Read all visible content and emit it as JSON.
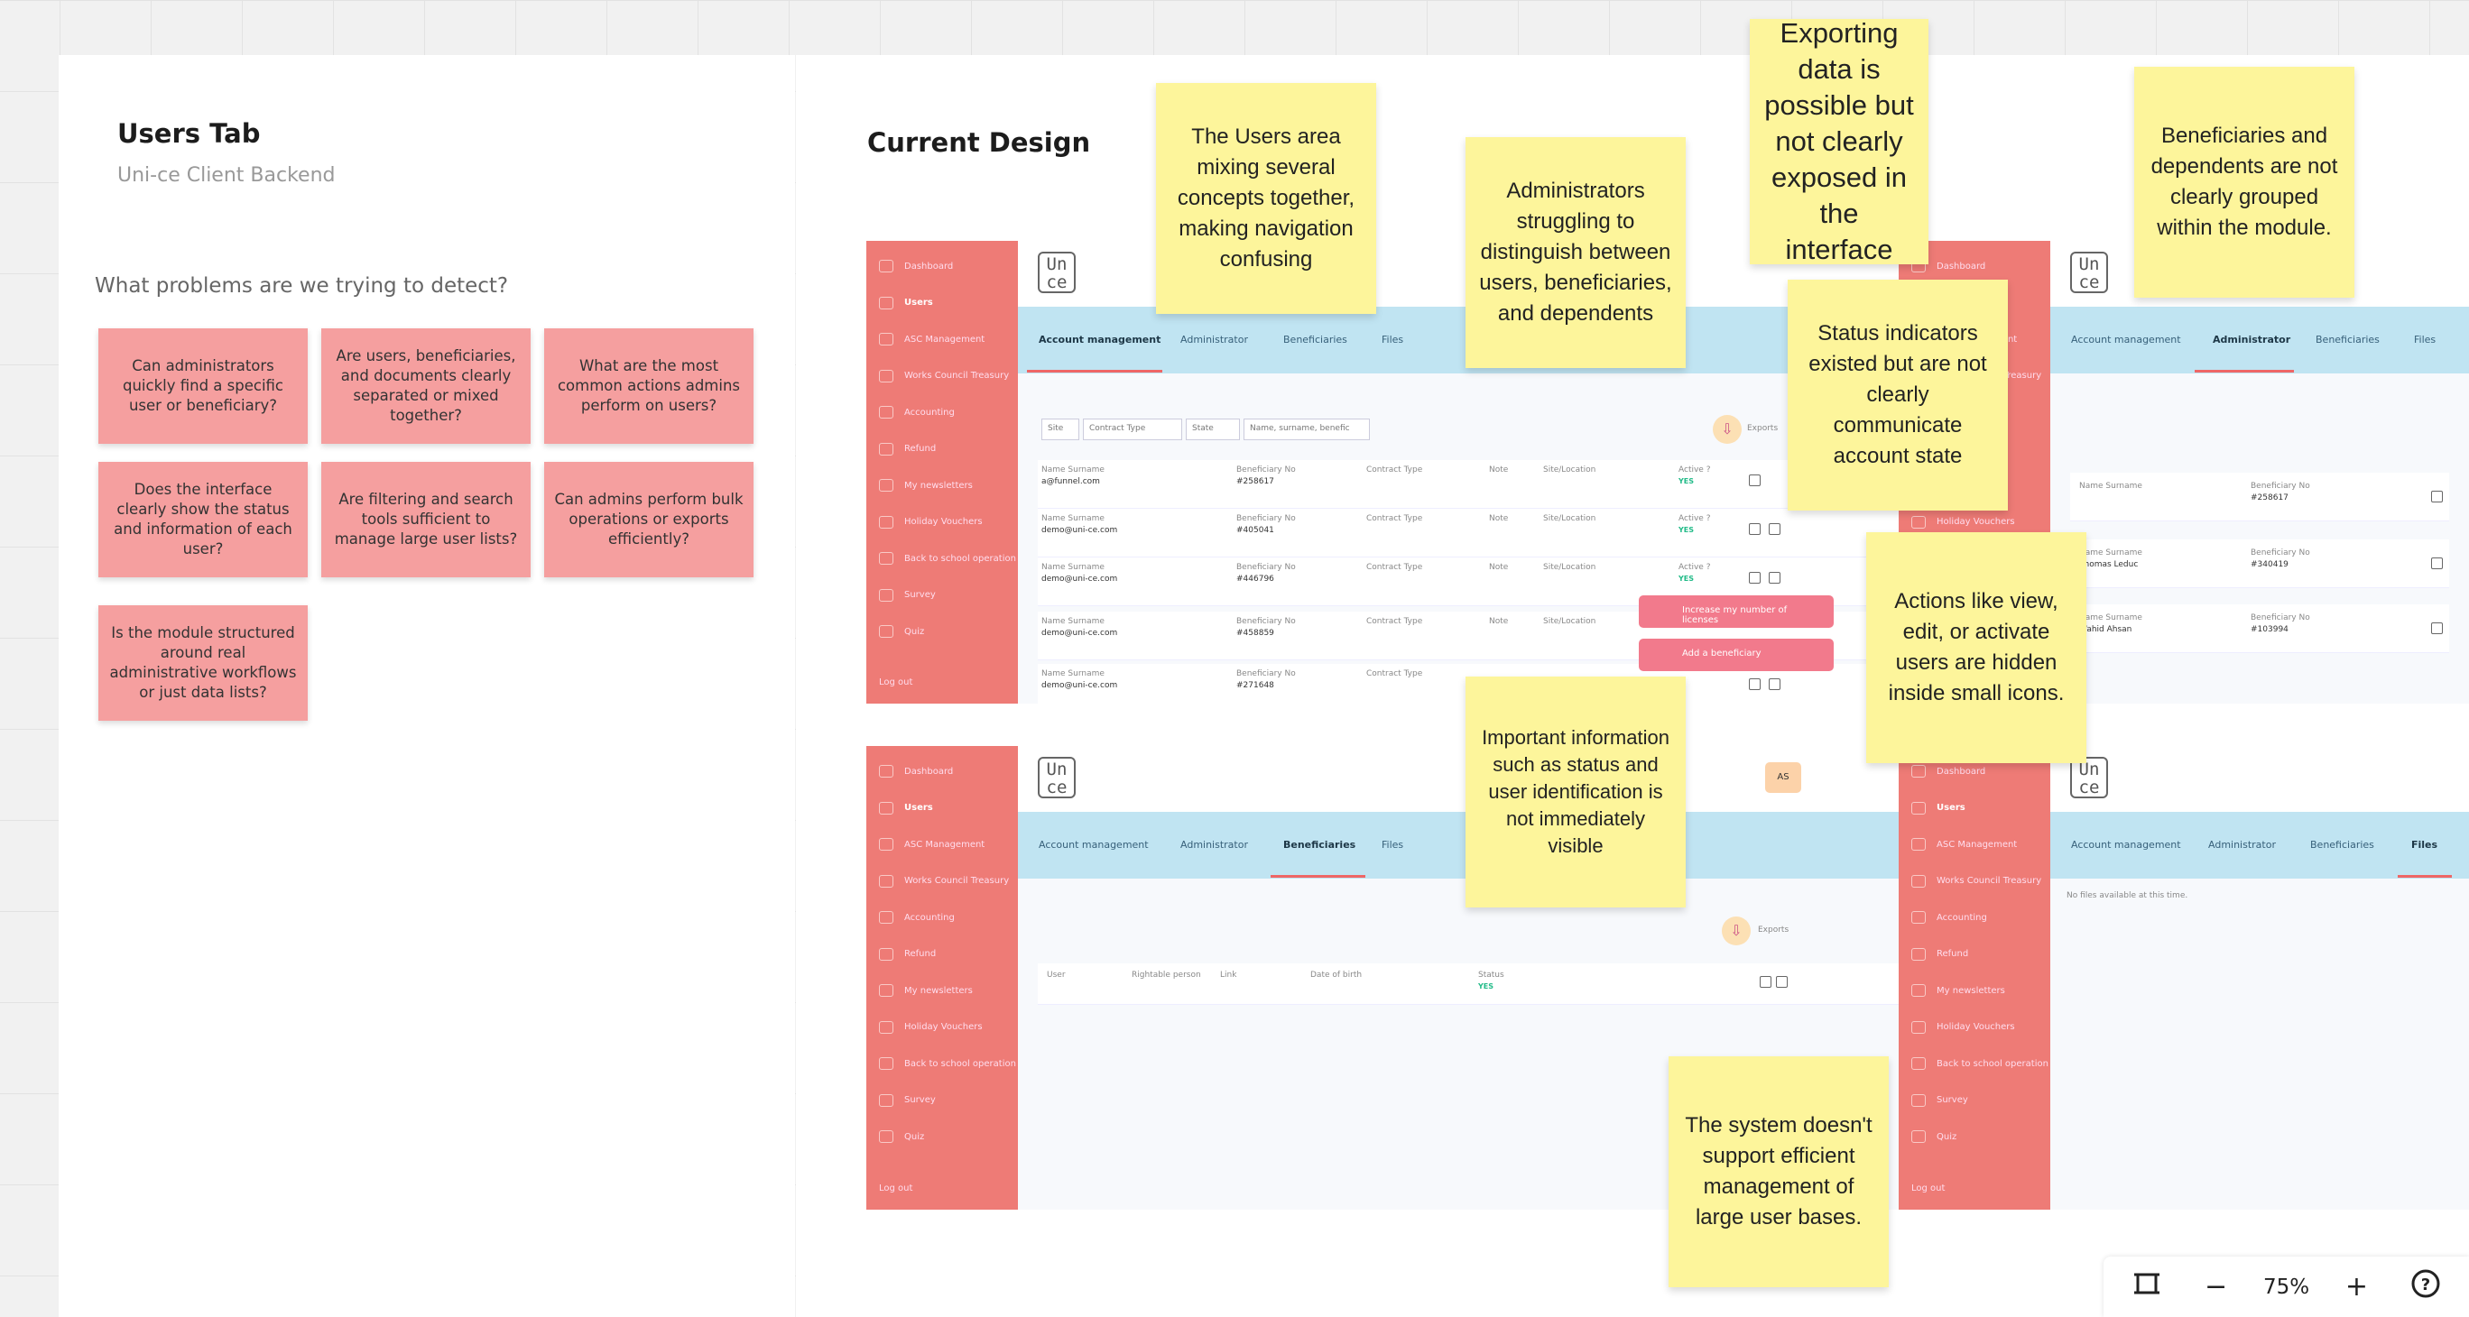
{
  "left_frame": {
    "title": "Users Tab",
    "subtitle": "Uni-ce Client Backend",
    "question": "What problems are we trying to detect?",
    "cards": [
      "Can administrators quickly find a specific user or beneficiary?",
      "Are users, beneficiaries, and documents clearly separated or mixed together?",
      "What are the most common actions admins perform on users?",
      "Does the interface clearly show the status and information of each user?",
      "Are filtering and search tools sufficient to manage large user lists?",
      "Can admins perform bulk operations or exports efficiently?",
      "Is the module structured around real administrative workflows or just data lists?"
    ]
  },
  "right_frame": {
    "title": "Current Design"
  },
  "stickies": [
    "The Users area mixing several concepts together, making navigation confusing",
    "Administrators struggling to distinguish between users, beneficiaries, and dependents",
    "Exporting data is possible but not clearly exposed in the interface",
    "Beneficiaries and dependents are not clearly grouped within the module.",
    "Status indicators existed but are not clearly communicate account state",
    "Actions like view, edit, or activate users are hidden inside small icons.",
    "Important information such as status and user identification is not immediately visible",
    "The system doesn't support efficient management of large user bases."
  ],
  "app": {
    "logo_top": "Un",
    "logo_bottom": "ce",
    "avatar": "AS",
    "sidebar": [
      "Dashboard",
      "Users",
      "ASC Management",
      "Works Council Treasury",
      "Accounting",
      "Refund",
      "My newsletters",
      "Holiday Vouchers",
      "Back to school operation",
      "Survey",
      "Quiz"
    ],
    "logout": "Log out",
    "tabs": [
      "Account management",
      "Administrator",
      "Beneficiaries",
      "Files"
    ],
    "filters": [
      "Site",
      "Contract Type",
      "State"
    ],
    "search_placeholder": "Name, surname, benefic",
    "export": "Exports",
    "col_name": "Name Surname",
    "col_benef": "Beneficiary No",
    "col_contract": "Contract Type",
    "col_note": "Note",
    "col_site": "Site/Location",
    "col_active": "Active ?",
    "yes": "YES",
    "rows": [
      {
        "num": "#258617",
        "email": "a@funnel.com"
      },
      {
        "num": "#405041",
        "email": "demo@uni-ce.com"
      },
      {
        "num": "#446796",
        "email": "demo@uni-ce.com"
      },
      {
        "num": "#458859",
        "email": "demo@uni-ce.com"
      },
      {
        "num": "#271648",
        "email": "demo@uni-ce.com"
      }
    ],
    "btn_licenses": "Increase my number of licenses",
    "btn_add_benef": "Add a beneficiary",
    "admin_rows": [
      {
        "name": "Name Surname",
        "num": "#258617"
      },
      {
        "name": "Thomas Leduc",
        "num": "#340419"
      },
      {
        "name": "Wahid Ahsan",
        "num": "#103994"
      }
    ],
    "benef_cols": [
      "User",
      "Rightable person",
      "Link",
      "Date of birth",
      "Status"
    ],
    "no_files": "No files available at this time."
  },
  "zoom": {
    "value": "75%"
  }
}
